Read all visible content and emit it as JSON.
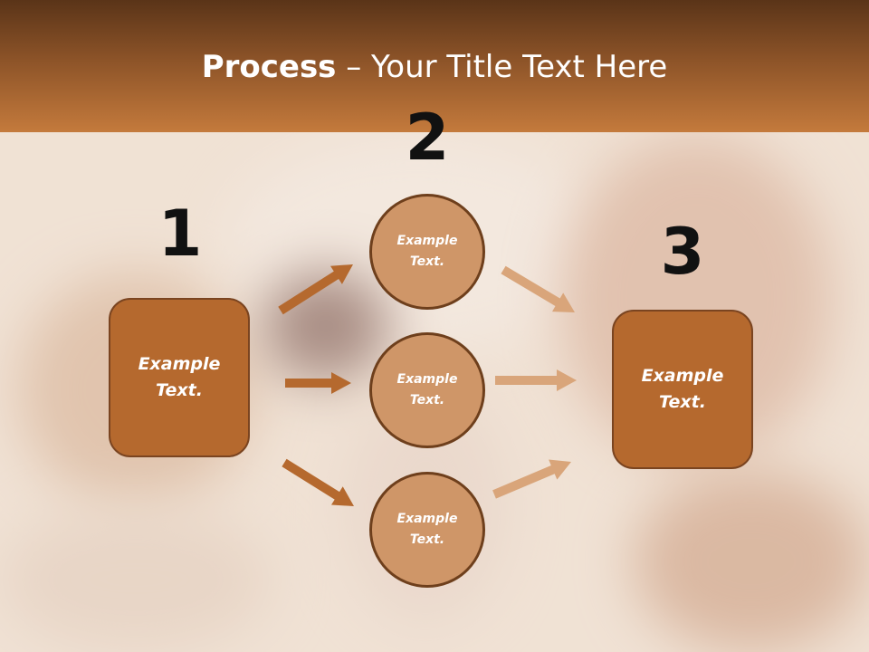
{
  "title": {
    "bold": "Process",
    "rest": " – Your Title Text Here"
  },
  "numbers": {
    "one": "1",
    "two": "2",
    "three": "3"
  },
  "left_box": {
    "line1": "Example",
    "line2": "Text."
  },
  "right_box": {
    "line1": "Example",
    "line2": "Text."
  },
  "circles": [
    {
      "line1": "Example",
      "line2": "Text."
    },
    {
      "line1": "Example",
      "line2": "Text."
    },
    {
      "line1": "Example",
      "line2": "Text."
    }
  ],
  "colors": {
    "left_arrows": "#b5692e",
    "right_arrows": "#d9a57a",
    "box_fill": "#b5692e",
    "circle_fill": "#cf9668"
  }
}
